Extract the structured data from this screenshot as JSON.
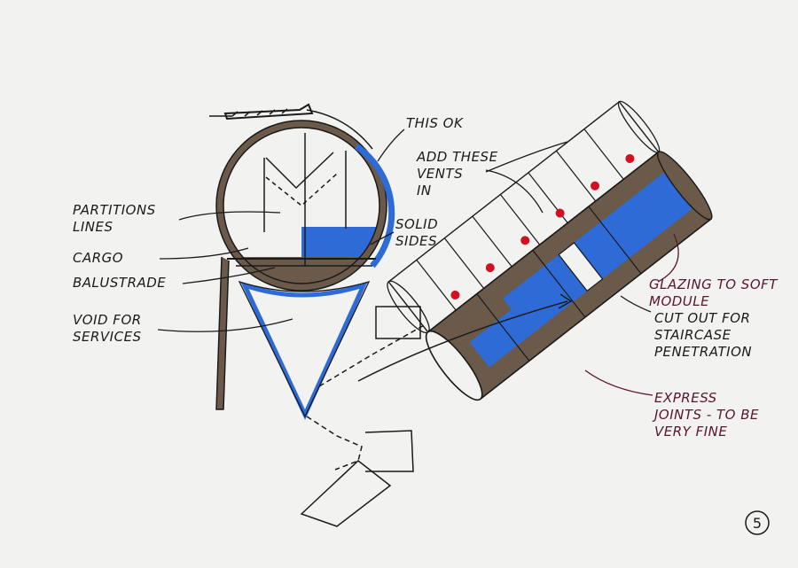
{
  "colors": {
    "paper": "#f2f2f0",
    "ink": "#1a1a1a",
    "brown": "#6b5a49",
    "blue": "#2e6bd6",
    "red": "#d40f20",
    "plum": "#5a1530"
  },
  "page_number": "5",
  "section_sketch": {
    "labels": {
      "partitions": [
        "PARTITIONS",
        "LINES"
      ],
      "cargo": "CARGO",
      "balustrade": "BALUSTRADE",
      "void": [
        "VOID FOR",
        "SERVICES"
      ],
      "this_ok": "THIS OK",
      "add_vents": [
        "ADD THESE",
        "VENTS",
        "IN"
      ],
      "solid_sides": [
        "SOLID",
        "SIDES"
      ]
    }
  },
  "module_sketch": {
    "labels": {
      "glazing": [
        "GLAZING TO SOFT",
        "MODULE"
      ],
      "cut_out": [
        "CUT OUT FOR",
        "STAIRCASE",
        "PENETRATION"
      ],
      "express": [
        "EXPRESS",
        "JOINTS - TO BE",
        "VERY FINE"
      ]
    }
  }
}
